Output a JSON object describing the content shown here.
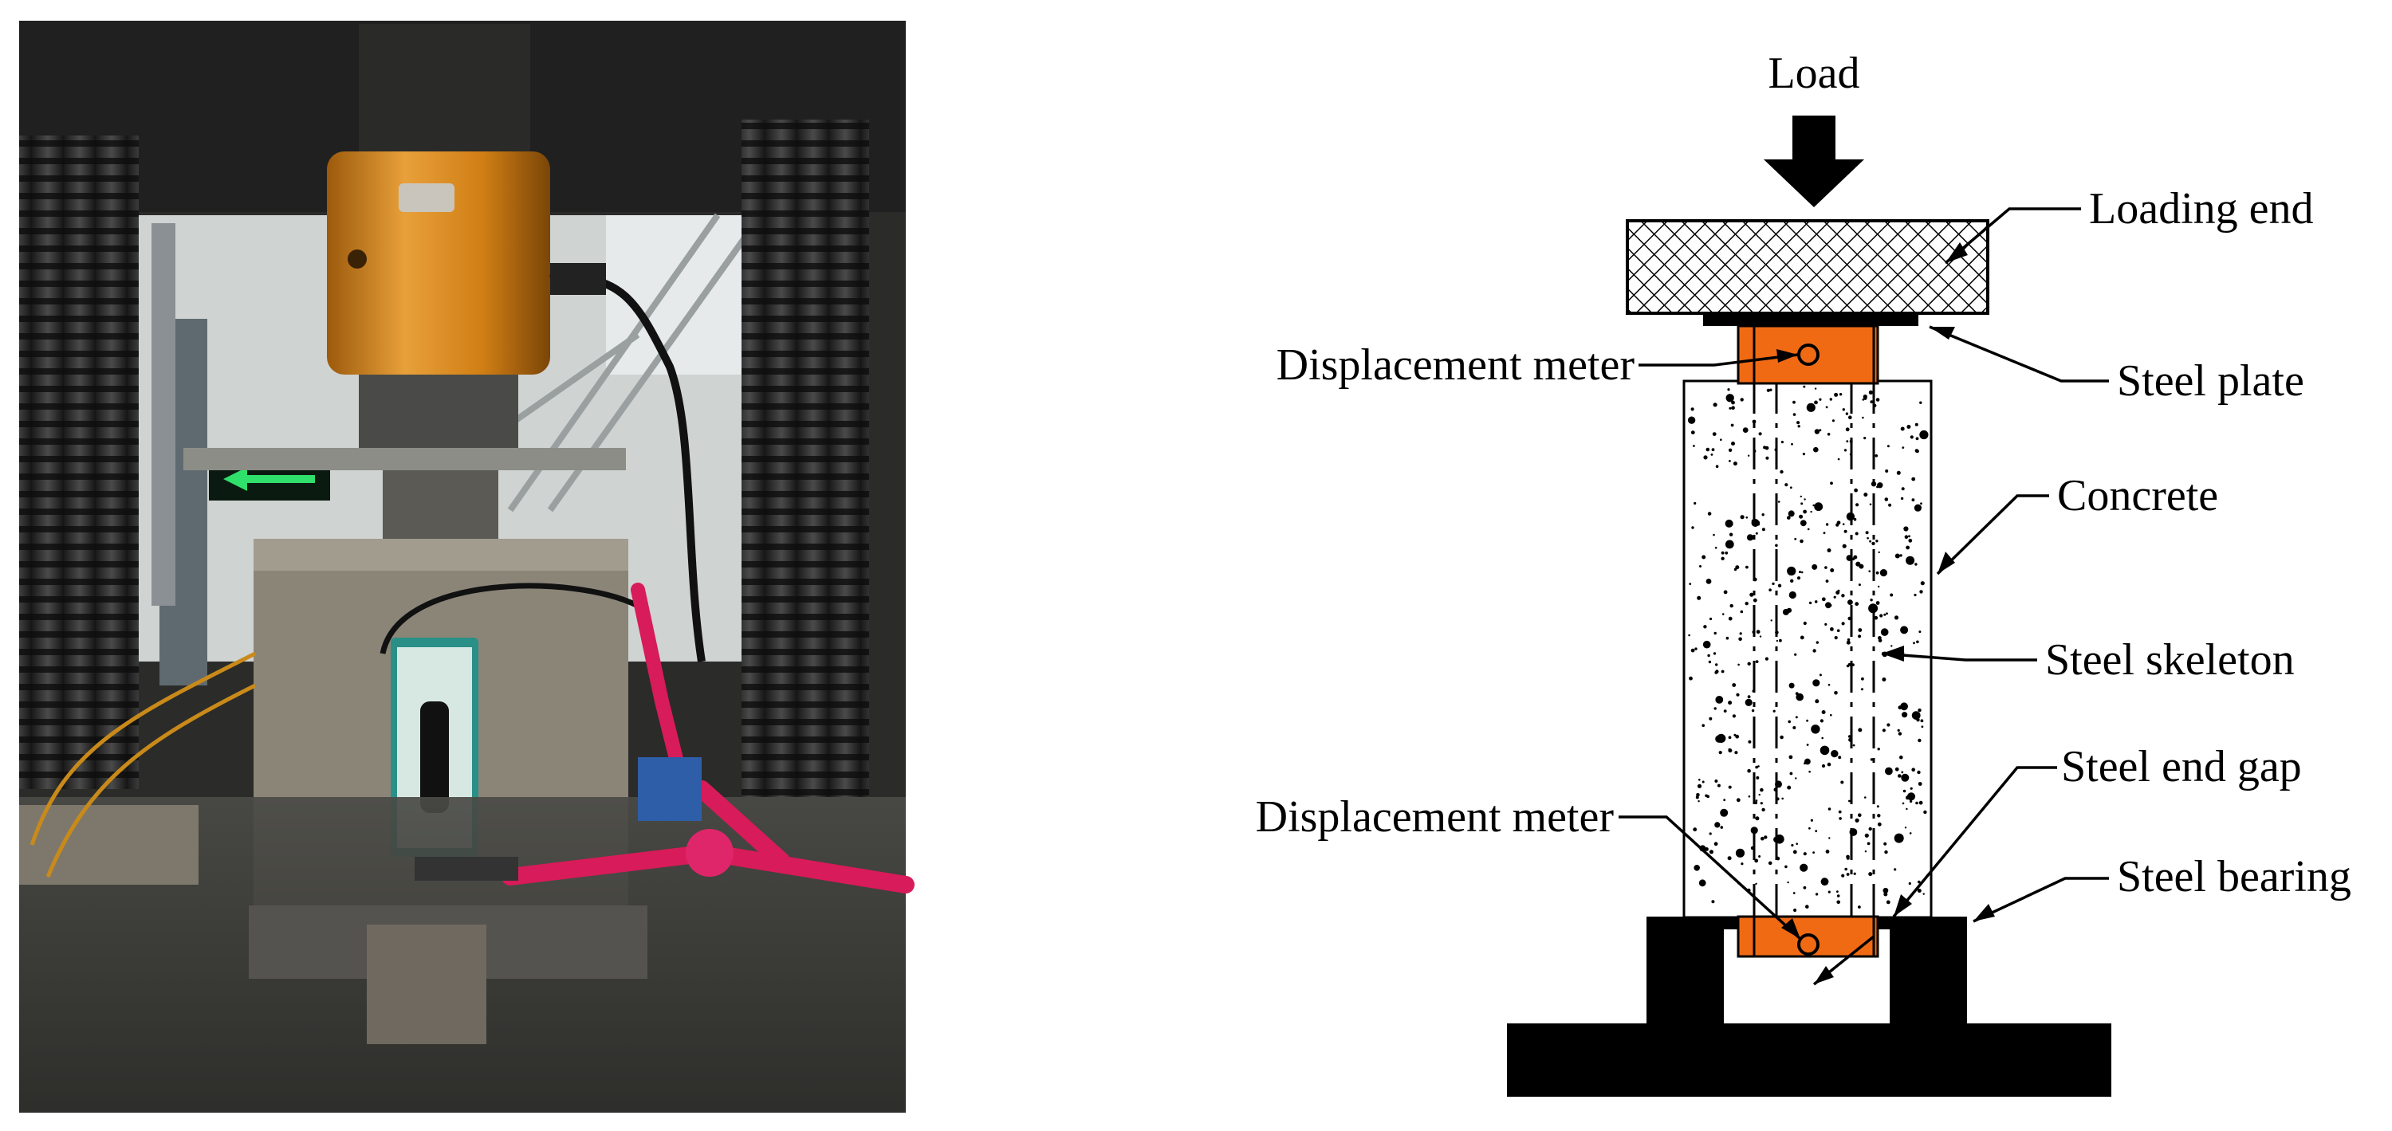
{
  "diagram": {
    "load_label": "Load",
    "loading_end_label": "Loading end",
    "steel_plate_label": "Steel plate",
    "concrete_label": "Concrete",
    "steel_skeleton_label": "Steel skeleton",
    "steel_end_gap_label": "Steel end gap",
    "steel_bearing_label": "Steel bearing",
    "displacement_meter_top_label": "Displacement meter",
    "displacement_meter_bottom_label": "Displacement meter"
  },
  "colors": {
    "load_cell": "#d68a1a",
    "meter_orange": "#f06a14",
    "clamp_pink": "#d81b5a",
    "sensor_teal": "#2a8f86",
    "exit_sign_green": "#2fe06a"
  }
}
